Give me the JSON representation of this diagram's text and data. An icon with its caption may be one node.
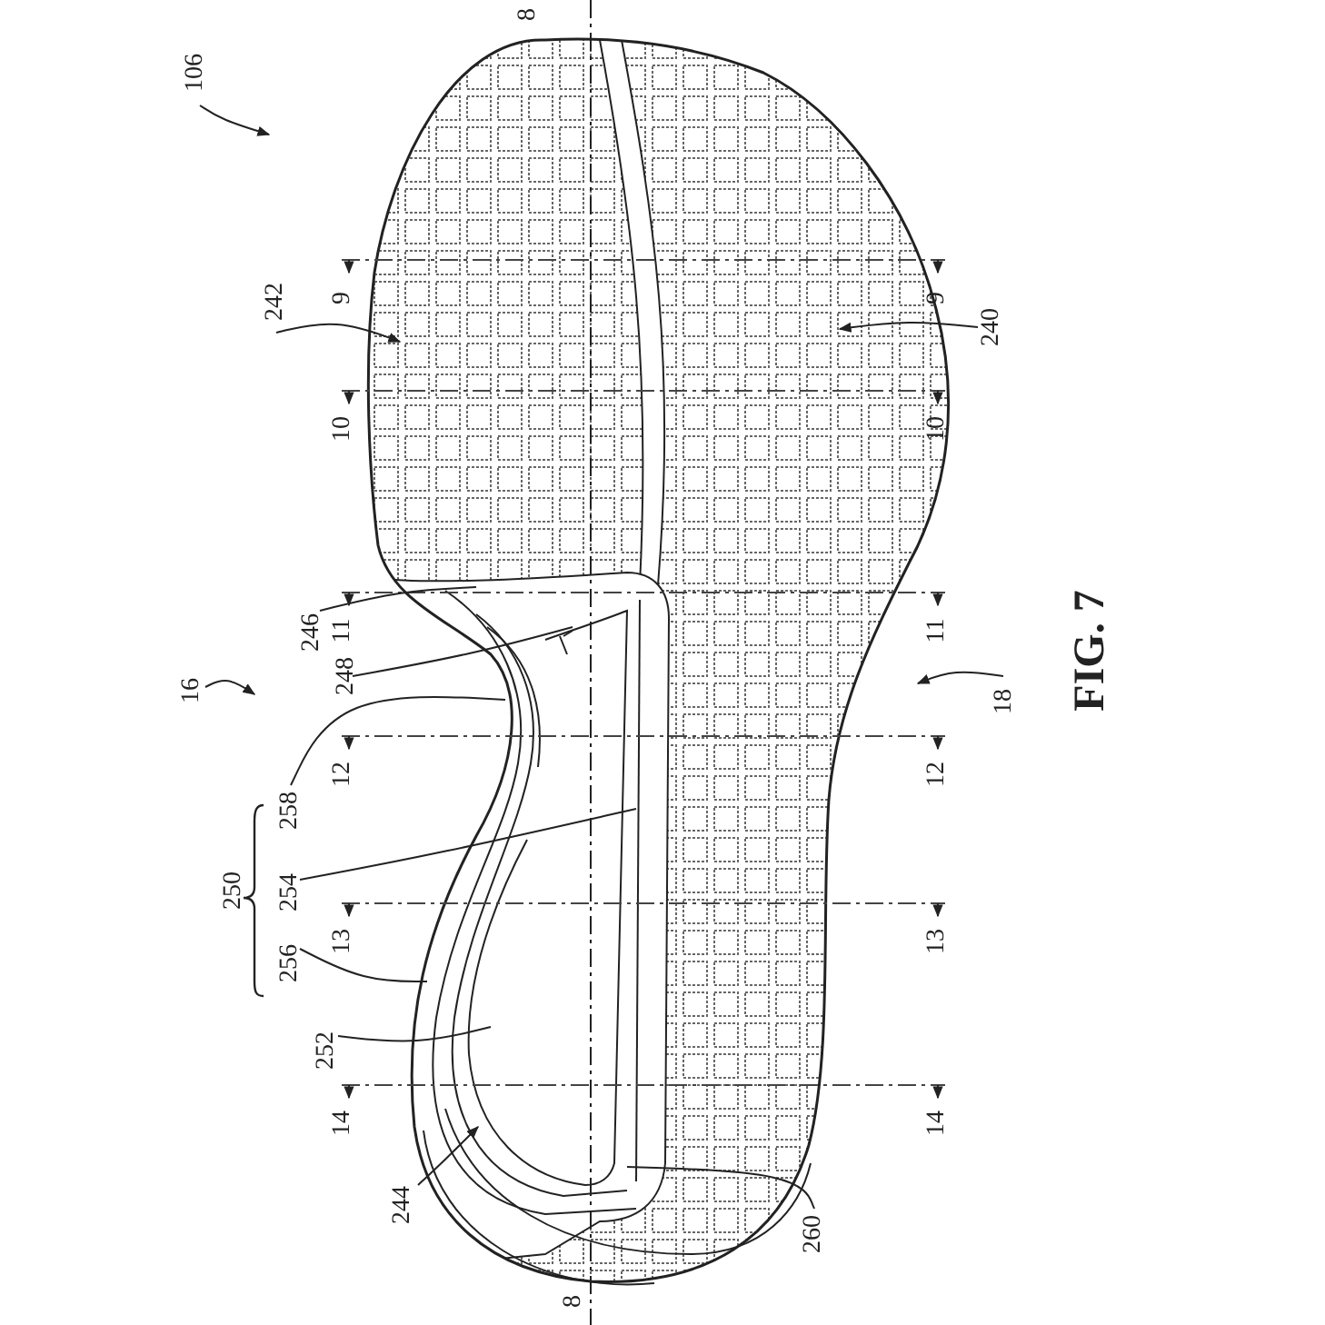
{
  "diagram": {
    "caption": "FIG. 7",
    "nodes": [
      {
        "text": [
          "106"
        ]
      },
      {
        "text": [
          "242"
        ]
      },
      {
        "text": [
          "240"
        ]
      },
      {
        "text": [
          "246"
        ]
      },
      {
        "text": [
          "16"
        ]
      },
      {
        "text": [
          "248"
        ]
      },
      {
        "text": [
          "18"
        ]
      },
      {
        "text": [
          "258"
        ]
      },
      {
        "text": [
          "254"
        ]
      },
      {
        "text": [
          "256"
        ]
      },
      {
        "text": [
          "252"
        ]
      },
      {
        "text": [
          "244"
        ]
      },
      {
        "text": [
          "260"
        ]
      }
    ],
    "edges": [
      {
        "from": 0,
        "to": null,
        "arrow": "to"
      },
      {
        "from": 1,
        "to": null,
        "arrow": "to"
      },
      {
        "from": 2,
        "to": null,
        "arrow": "to"
      },
      {
        "from": 3,
        "to": null,
        "arrow": "none"
      },
      {
        "from": 4,
        "to": null,
        "arrow": "to"
      },
      {
        "from": 5,
        "to": null,
        "arrow": "none"
      },
      {
        "from": 6,
        "to": null,
        "arrow": "to"
      },
      {
        "from": 7,
        "to": null,
        "arrow": "none"
      },
      {
        "from": 8,
        "to": null,
        "arrow": "none"
      },
      {
        "from": 9,
        "to": null,
        "arrow": "none"
      },
      {
        "from": 10,
        "to": null,
        "arrow": "none"
      },
      {
        "from": 11,
        "to": null,
        "arrow": "to"
      },
      {
        "from": 12,
        "to": null,
        "arrow": "none"
      }
    ],
    "labels": [
      "8",
      "9",
      "9",
      "10",
      "10",
      "11",
      "11",
      "12",
      "12",
      "250",
      "13",
      "13",
      "14",
      "14",
      "8"
    ]
  }
}
